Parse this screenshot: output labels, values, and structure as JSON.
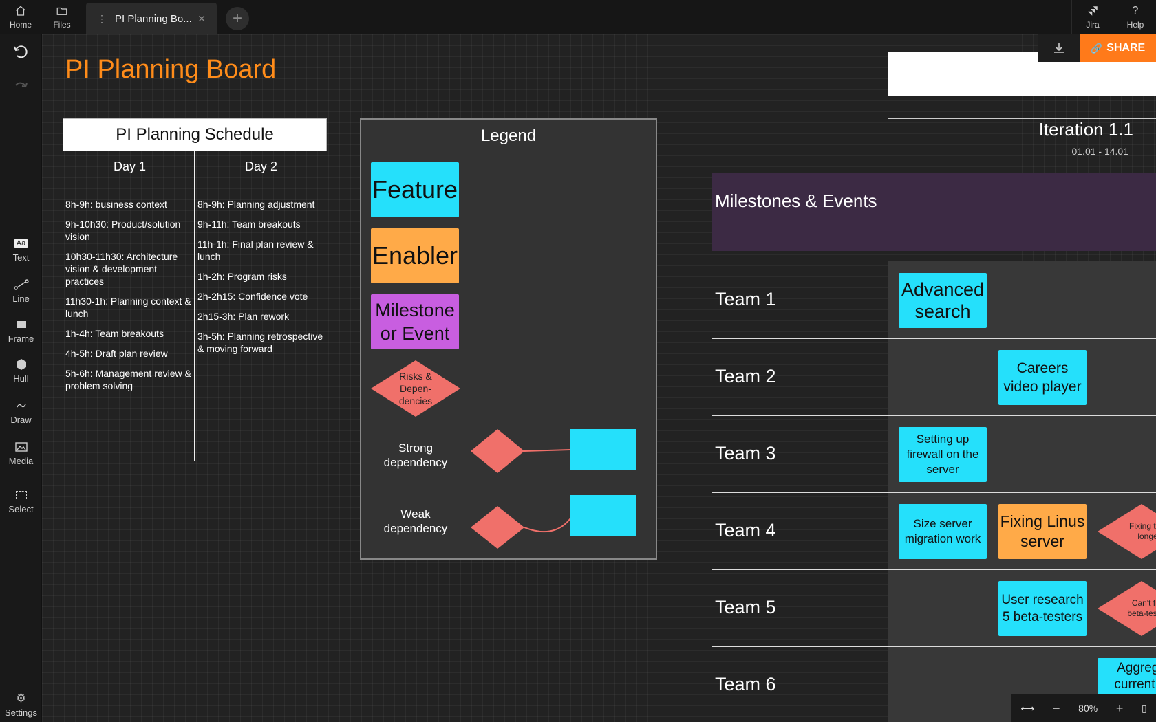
{
  "topbar": {
    "home_label": "Home",
    "files_label": "Files",
    "tab_title": "PI Planning Bo...",
    "jira_label": "Jira",
    "help_label": "Help"
  },
  "sidebar": {
    "text_label": "Text",
    "line_label": "Line",
    "frame_label": "Frame",
    "hull_label": "Hull",
    "draw_label": "Draw",
    "media_label": "Media",
    "select_label": "Select",
    "settings_label": "Settings",
    "text_icon_glyph": "Aa"
  },
  "board": {
    "title": "PI Planning Board"
  },
  "schedule": {
    "title": "PI Planning Schedule",
    "day1_label": "Day 1",
    "day2_label": "Day 2",
    "day1_items": [
      "8h-9h: business context",
      "9h-10h30: Product/solution vision",
      "10h30-11h30: Architecture vision & development practices",
      "11h30-1h: Planning context & lunch",
      "1h-4h: Team breakouts",
      "4h-5h: Draft plan review",
      "5h-6h: Management review & problem solving"
    ],
    "day2_items": [
      "8h-9h: Planning adjustment",
      "9h-11h: Team breakouts",
      "11h-1h: Final plan review & lunch",
      "1h-2h: Program risks",
      "2h-2h15: Confidence vote",
      "2h15-3h: Plan rework",
      "3h-5h: Planning retrospective & moving forward"
    ]
  },
  "legend": {
    "title": "Legend",
    "feature": "Feature",
    "enabler": "Enabler",
    "milestone": "Milestone or Event",
    "risk": "Risks & Depen-dencies",
    "strong": "Strong dependency",
    "weak": "Weak dependency"
  },
  "iteration": {
    "title": "Iteration 1.1",
    "dates": "01.01 - 14.01"
  },
  "rows": {
    "milestones": "Milestones & Events",
    "teams": [
      "Team 1",
      "Team 2",
      "Team 3",
      "Team 4",
      "Team 5",
      "Team 6"
    ]
  },
  "stickies": {
    "advanced_search": "Advanced search",
    "careers_video": "Careers video player",
    "firewall": "Setting up firewall on the server",
    "size_server": "Size server migration work",
    "fixing_linus": "Fixing Linus server",
    "fixing_take": "Fixing take longer",
    "user_research": "User research 5 beta-testers",
    "cant_find": "Can't find beta-testers",
    "aggregate": "Aggrega current jo"
  },
  "actions": {
    "share_label": "SHARE"
  },
  "zoom": {
    "level": "80%"
  },
  "colors": {
    "feature": "#25e0fb",
    "enabler": "#ffaa48",
    "milestone": "#c85ee0",
    "risk": "#f0706a",
    "title": "#ff8c1a",
    "share": "#ff7a1a"
  }
}
